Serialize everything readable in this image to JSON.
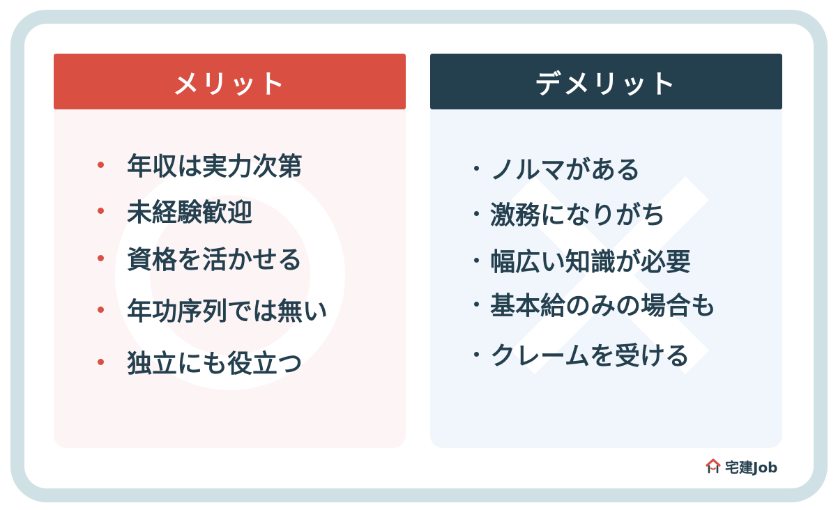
{
  "colors": {
    "frame_border": "#cfe1e5",
    "merit_accent": "#d94f42",
    "merit_bg": "#fdf4f5",
    "demerit_accent": "#243f4e",
    "demerit_bg": "#f1f6fd",
    "text": "#243f4e"
  },
  "merit": {
    "title": "メリット",
    "background_icon": "circle-mark-icon",
    "items": [
      "年収は実力次第",
      "未経験歓迎",
      "資格を活かせる",
      "年功序列では無い",
      "独立にも役立つ"
    ]
  },
  "demerit": {
    "title": "デメリット",
    "background_icon": "cross-mark-icon",
    "items": [
      "ノルマがある",
      "激務になりがち",
      "幅広い知識が必要",
      "基本給のみの場合も",
      "クレームを受ける"
    ]
  },
  "brand": {
    "icon": "house-logo-icon",
    "name": "宅建Job"
  }
}
